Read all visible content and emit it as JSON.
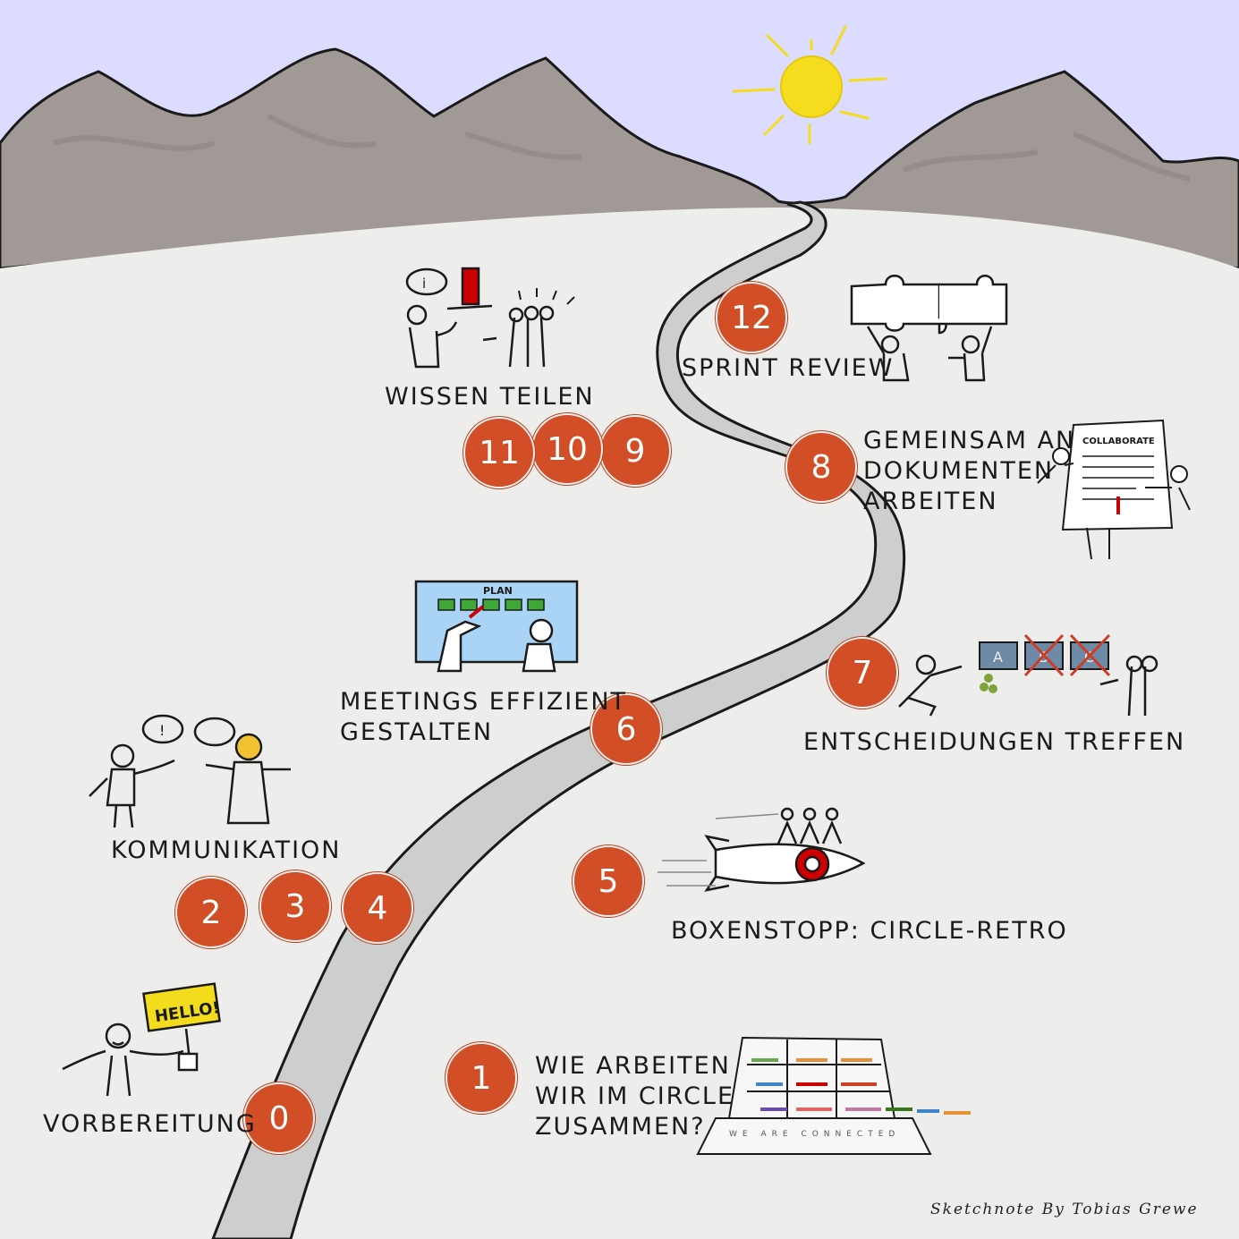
{
  "colors": {
    "sky": "#dbdcff",
    "mountain": "#a09996",
    "ground": "#ededeb",
    "road": "#cdcfce",
    "badge": "#d24e26",
    "sun": "#f6dc1e"
  },
  "steps": [
    {
      "n": "0",
      "label": "Vorbereitung"
    },
    {
      "n": "1",
      "label_lines": [
        "Wie arbeiten",
        "wir im Circle",
        "zusammen?"
      ]
    },
    {
      "n": "2"
    },
    {
      "n": "3"
    },
    {
      "n": "4"
    },
    {
      "n": "5",
      "label": "Boxenstopp: Circle-Retro"
    },
    {
      "n": "6",
      "label_lines": [
        "Meetings effizient",
        "gestalten"
      ]
    },
    {
      "n": "7",
      "label": "Entscheidungen treffen"
    },
    {
      "n": "8",
      "label_lines": [
        "Gemeinsam an",
        "Dokumenten",
        "arbeiten"
      ]
    },
    {
      "n": "9"
    },
    {
      "n": "10"
    },
    {
      "n": "11"
    },
    {
      "n": "12",
      "label": "Sprint Review"
    }
  ],
  "group_labels": {
    "communication": "Kommunikation",
    "knowledge": "Wissen teilen"
  },
  "sketch_text": {
    "hello": "HELLO!",
    "plan": "PLAN",
    "collaborate": "COLLABORATE",
    "abc": [
      "A",
      "B",
      "C"
    ],
    "laptop": "WE ARE CONNECTED",
    "info": "i"
  },
  "icons": [
    "sun-icon",
    "mountains",
    "road",
    "hello-sign-icon",
    "laptop-people-icon",
    "people-talking-icon",
    "rocket-icon",
    "plan-board-icon",
    "decision-boxes-icon",
    "collaborate-document-icon",
    "info-sharing-icon",
    "puzzle-icon"
  ],
  "credit": "Sketchnote By Tobias Grewe"
}
